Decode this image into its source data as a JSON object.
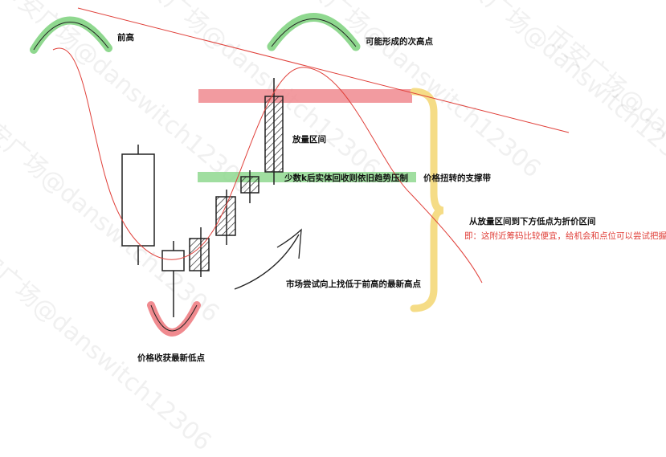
{
  "watermark": "币安广场@danswitch12306",
  "labels": {
    "previous_high": "前高",
    "possible_lower_high": "可能形成的次高点",
    "volume_zone": "放量区间",
    "few_candles_note": "少数k后实体回收则依旧趋势压制",
    "support_band": "价格扭转的支撑带",
    "discount_zone": "从放量区间到下方低点为折价区间",
    "discount_hint": "即：这附近筹码比较便宜，给机会和点位可以尝试把握",
    "market_try": "市场尝试向上找低于前高的最新高点",
    "new_low": "价格收获最新低点"
  },
  "colors": {
    "red_band": "#f08a8f",
    "green_band": "#8fd88f",
    "yellow": "#f5dc86",
    "line": "#e0403a"
  }
}
